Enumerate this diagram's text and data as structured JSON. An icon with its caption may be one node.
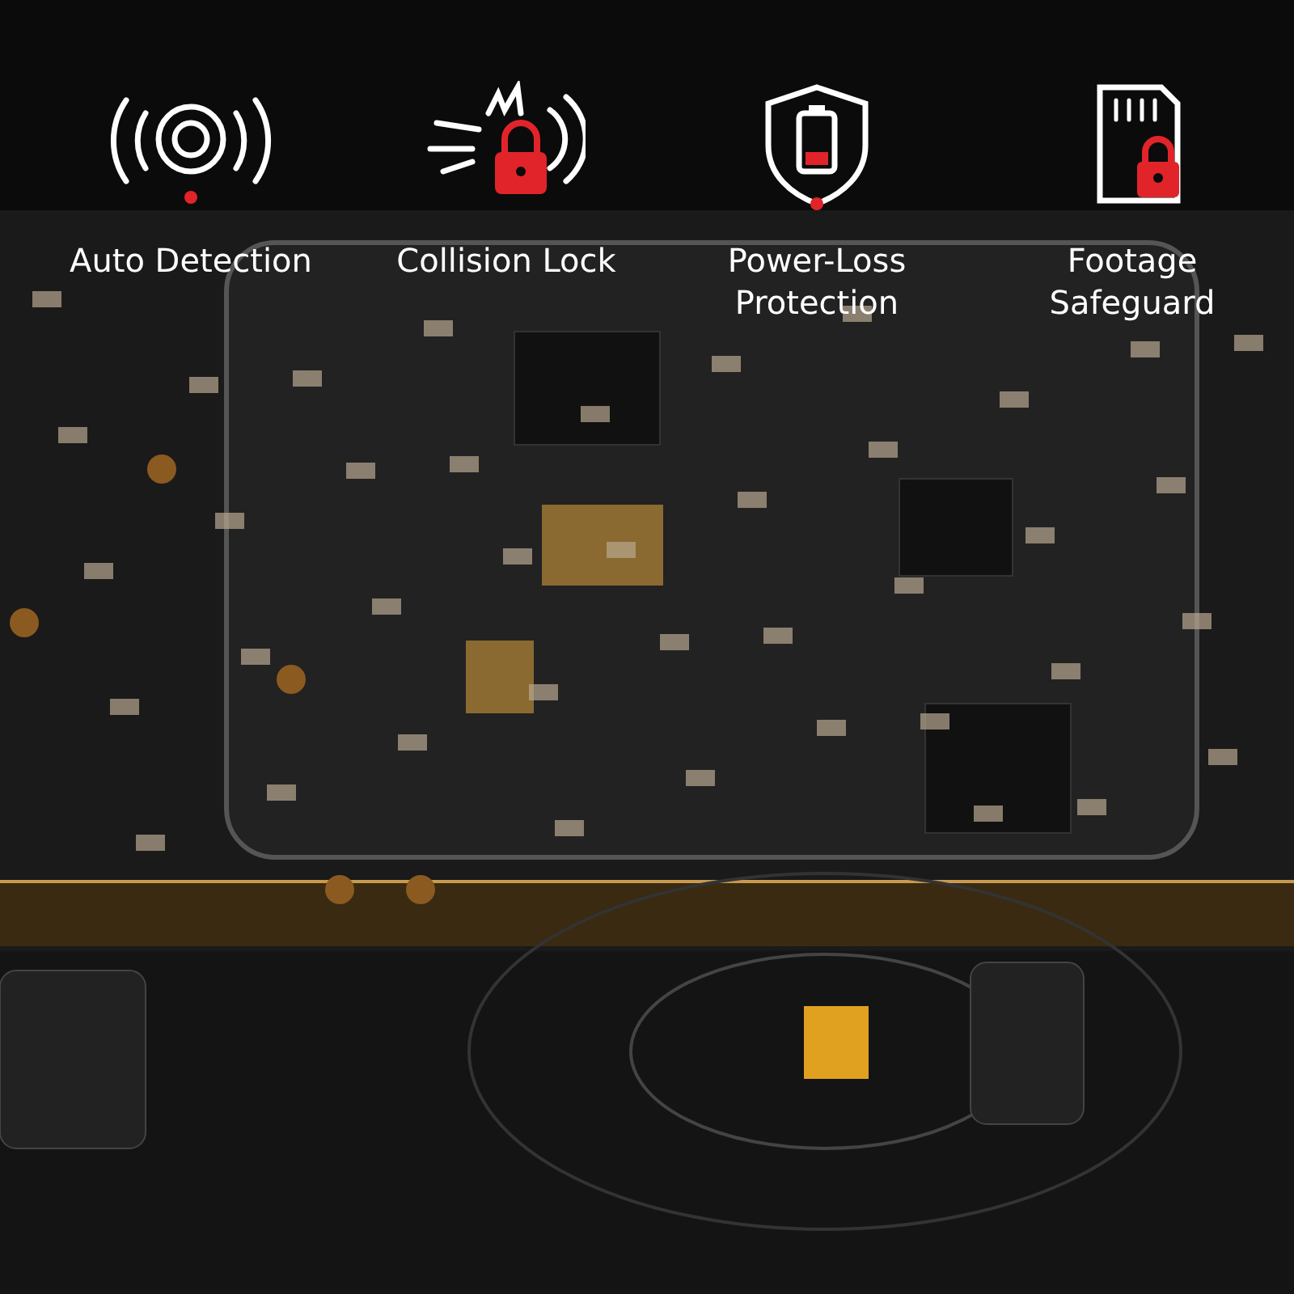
{
  "diagram": {
    "labels": [
      "Auto Detection",
      "Collision Lock",
      "Power-Loss Protection",
      "Footage Safeguard"
    ]
  }
}
